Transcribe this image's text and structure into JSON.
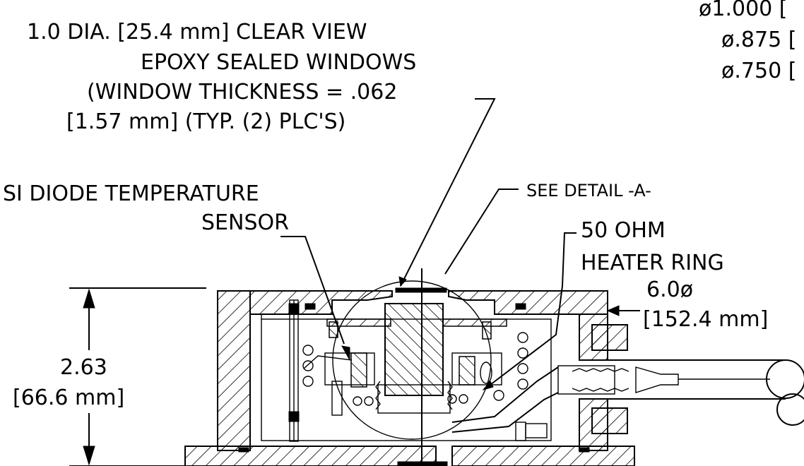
{
  "labels": {
    "window_line1": "1.0 DIA. [25.4 mm] CLEAR VIEW",
    "window_line2": "EPOXY SEALED WINDOWS",
    "window_line3": "(WINDOW THICKNESS = .062",
    "window_line4": "[1.57 mm] (TYP. (2) PLC'S)",
    "sensor_line1": "SI DIODE TEMPERATURE",
    "sensor_line2": "SENSOR",
    "detail": "SEE DETAIL -A-",
    "heater_line1": "50 OHM",
    "heater_line2": "HEATER RING",
    "diameter_line1": "6.0ø",
    "diameter_line2": "[152.4 mm]",
    "height_line1": "2.63",
    "height_line2": "[66.6 mm]",
    "dia_1000": "ø1.000 [",
    "dia_875": "ø.875 [",
    "dia_750": "ø.750 ["
  }
}
